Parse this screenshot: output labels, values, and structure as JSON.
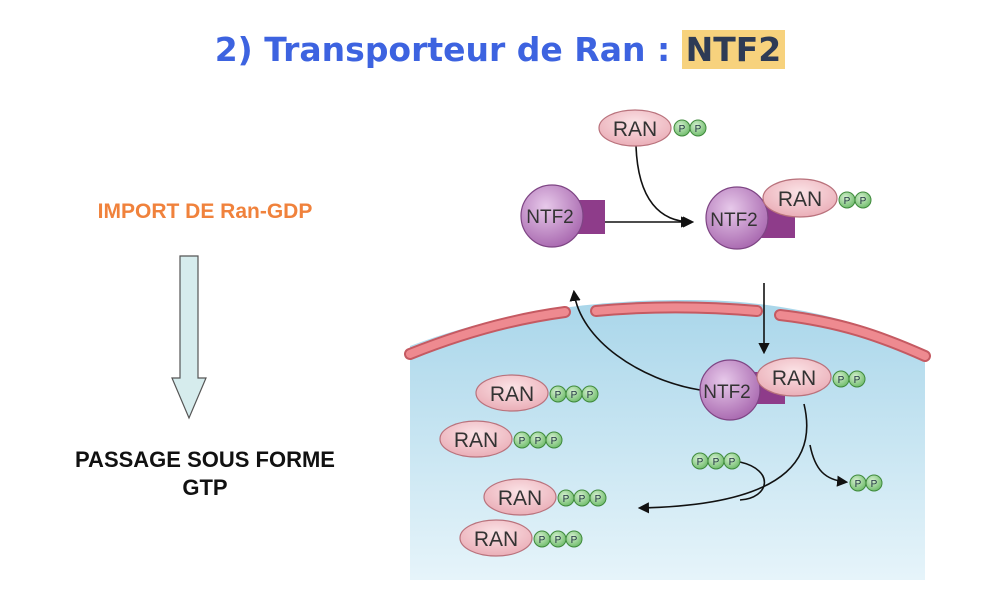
{
  "title": {
    "prefix": "2) Transporteur de Ran : ",
    "highlight": "NTF2"
  },
  "left": {
    "import_label": "IMPORT DE Ran-GDP",
    "passage_line1": "PASSAGE SOUS FORME",
    "passage_line2": "GTP"
  },
  "diagram": {
    "ran_label": "RAN",
    "ntf2_label": "NTF2",
    "phosphate_label": "P"
  },
  "colors": {
    "title_blue": "#3d63e0",
    "highlight": "#f7d27d",
    "orange": "#f0823c",
    "ran_fill": "#f3c6cc",
    "ntf2_fill": "#b77bbd",
    "ntf2_tail": "#8e3c8a",
    "phosphate": "#7fc77a",
    "nucleus": "#bfe1ef",
    "membrane": "#ee8a90"
  }
}
